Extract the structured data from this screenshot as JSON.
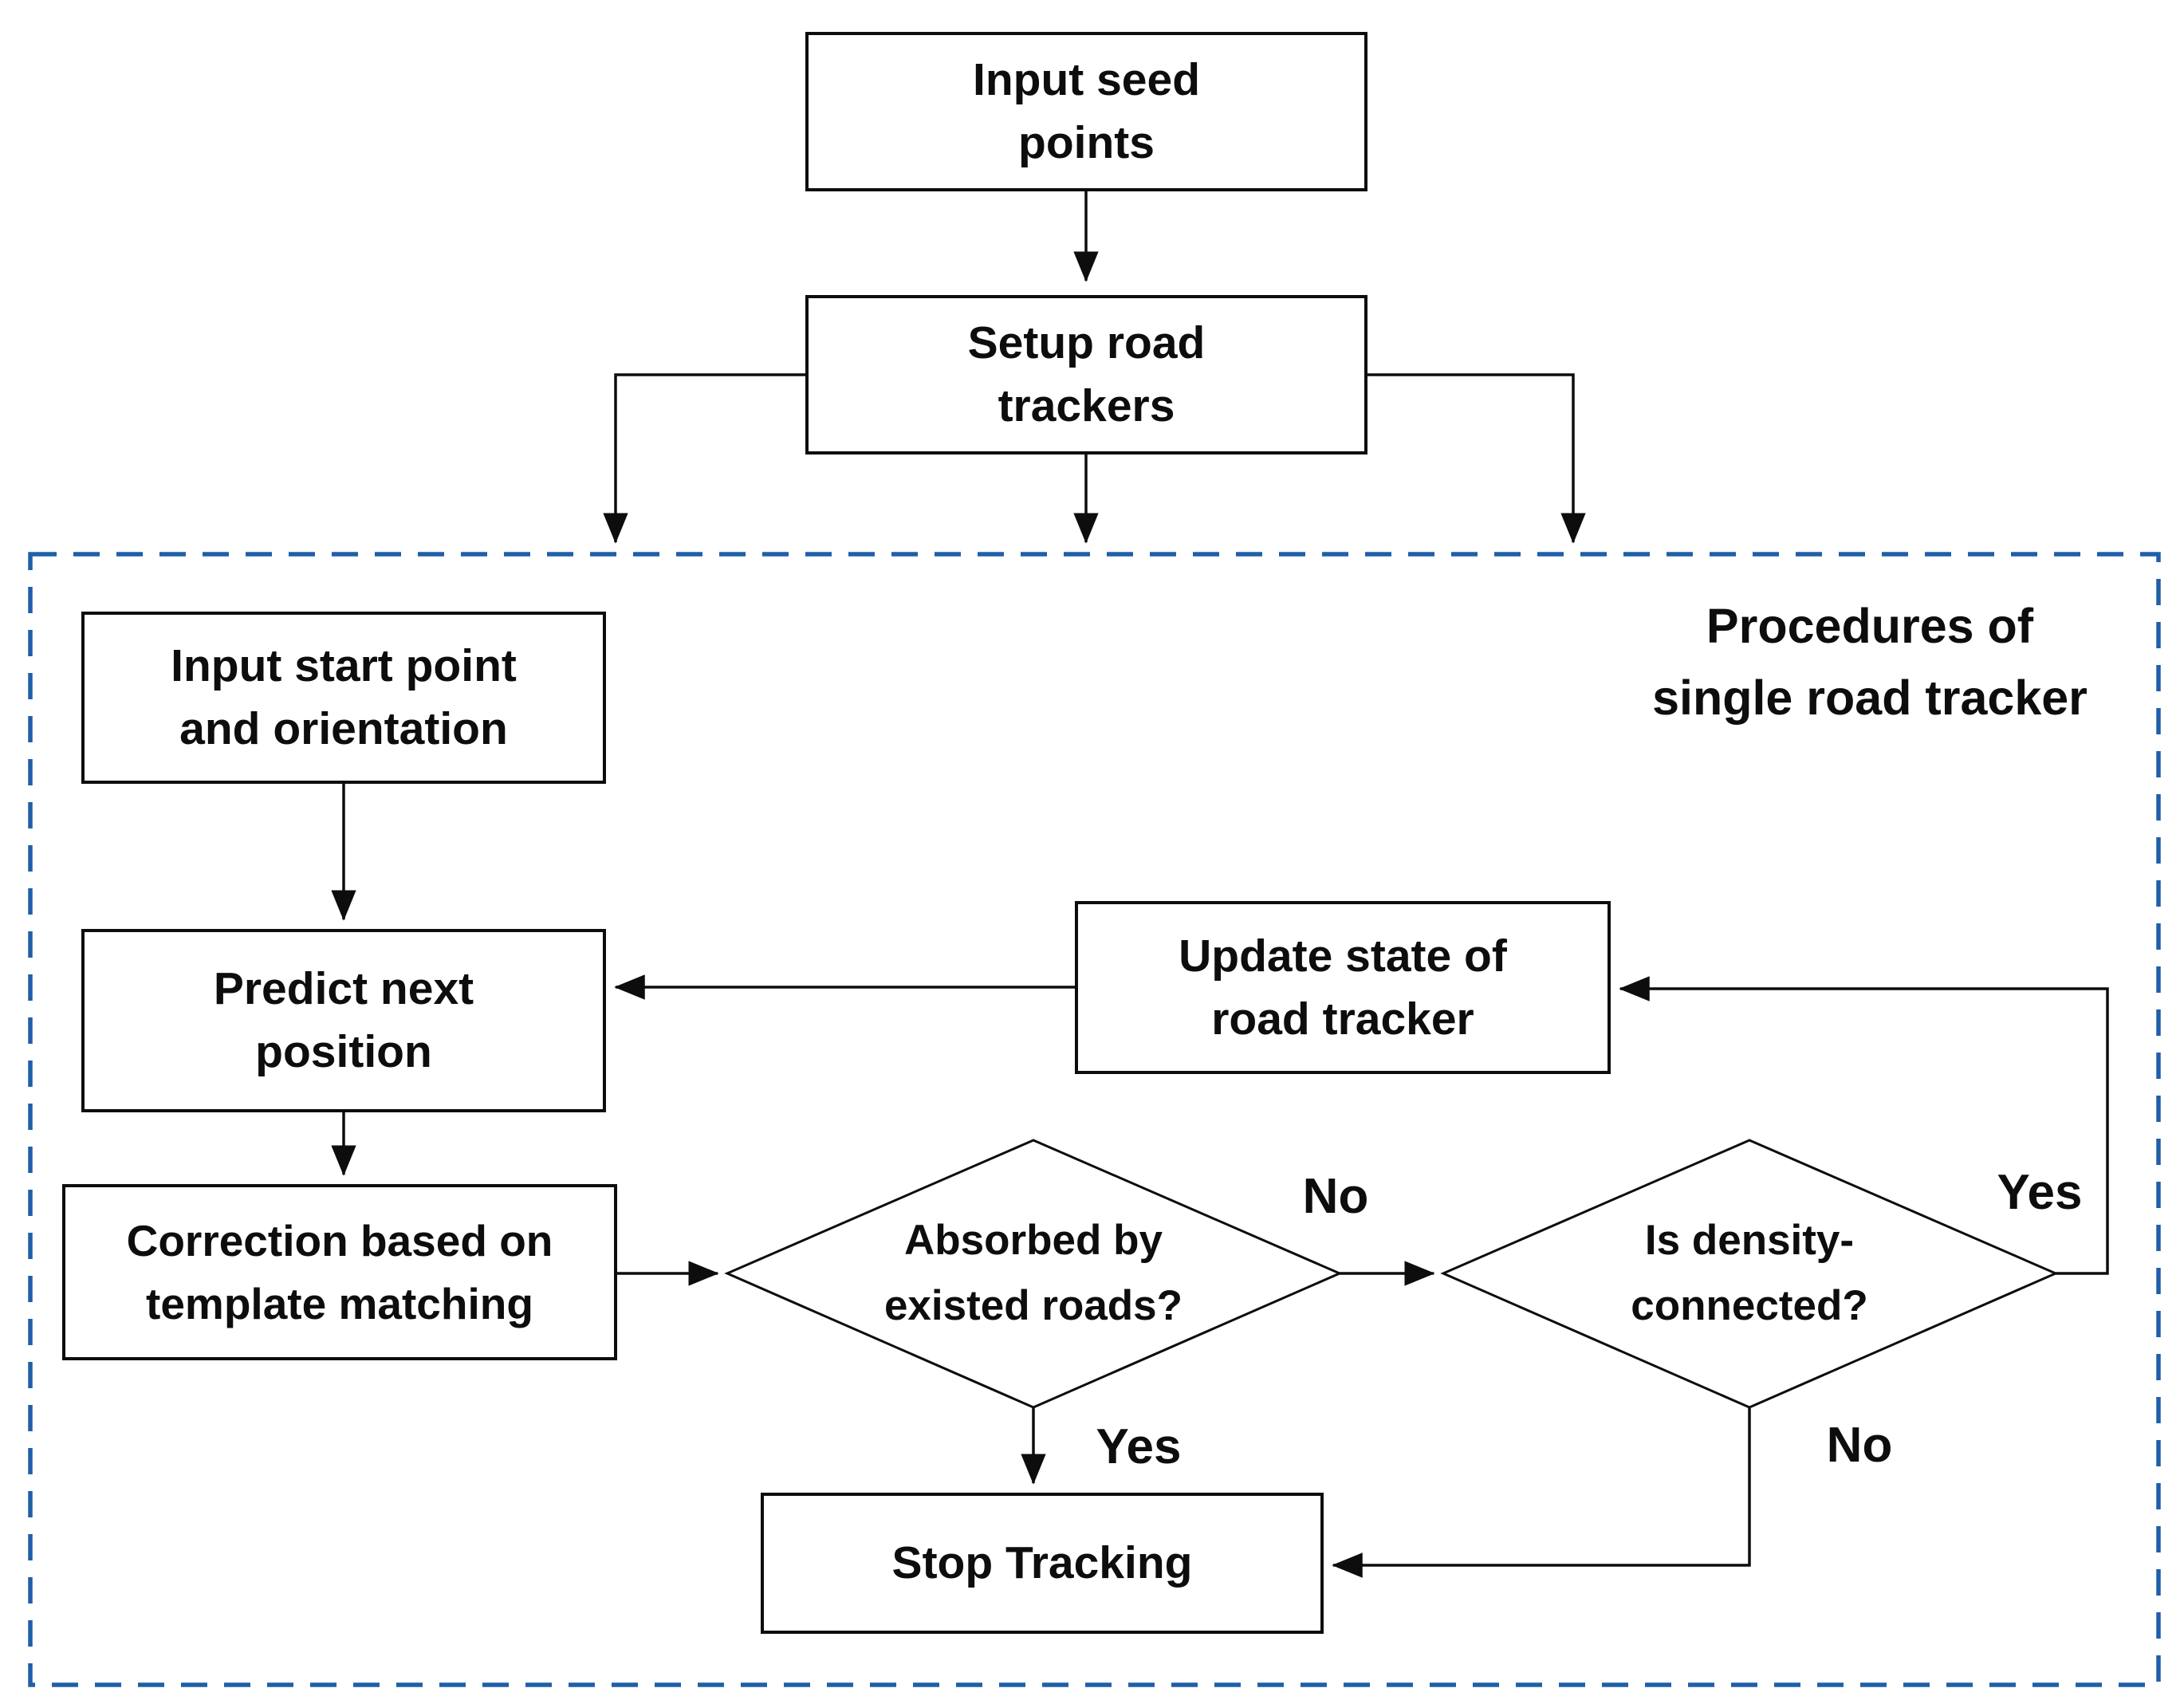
{
  "diagram": {
    "caption": "Procedures of\nsingle road tracker",
    "nodes": {
      "input_seed": "Input seed\npoints",
      "setup_road": "Setup road\ntrackers",
      "input_start": "Input start point\nand orientation",
      "predict_next": "Predict next\nposition",
      "correction": "Correction based on\ntemplate matching",
      "update_state": "Update state of\nroad tracker",
      "stop_tracking": "Stop Tracking",
      "absorbed_decision": "Absorbed by\nexisted roads?",
      "density_decision": "Is density-\nconnected?"
    },
    "edge_labels": {
      "absorbed_no": "No",
      "absorbed_yes": "Yes",
      "density_yes": "Yes",
      "density_no": "No"
    },
    "colors": {
      "line": "#0d0d0d",
      "dashed_border": "#1f5fa8",
      "background": "#ffffff"
    }
  }
}
